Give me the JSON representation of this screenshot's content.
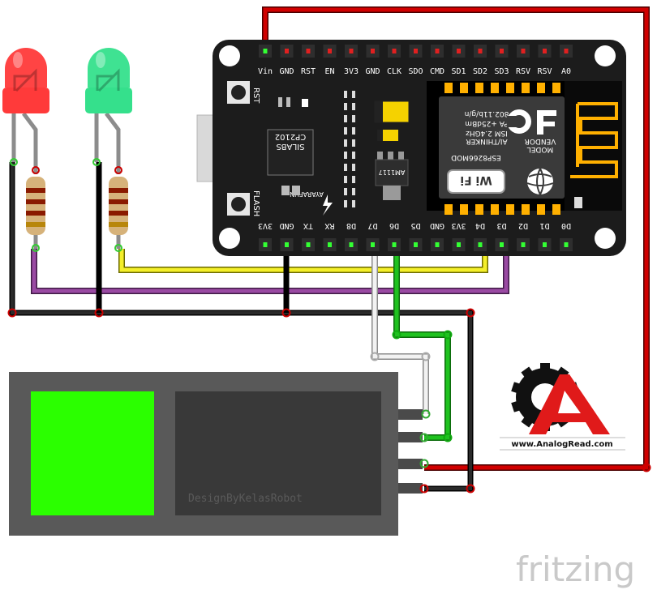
{
  "board": {
    "top_pins": [
      "Vin",
      "GND",
      "RST",
      "EN",
      "3V3",
      "GND",
      "CLK",
      "SDO",
      "CMD",
      "SD1",
      "SD2",
      "SD3",
      "RSV",
      "RSV",
      "A0"
    ],
    "bottom_pins": [
      "3V3",
      "GND",
      "TX",
      "RX",
      "D8",
      "D7",
      "D6",
      "D5",
      "GND",
      "3V3",
      "D4",
      "D3",
      "D2",
      "D1",
      "D0"
    ],
    "rst_label": "RST",
    "flash_label": "FLASH",
    "usb_chip": [
      "SILABS",
      "CP2102"
    ],
    "brand": "AYARAFUN",
    "regulator": "AM1117",
    "module_lines": [
      "MODEL",
      "VENDOR",
      "AI/THINKER",
      "ISM 2.4GHz",
      "PA +25dBm",
      "802.11b/g/n"
    ],
    "module_name": "ESP8266MOD",
    "wifi_label": "Wi Fi"
  },
  "display": {
    "credit": "DesignByKelasRobot",
    "color": "#2bff00"
  },
  "logo": {
    "letter": "A",
    "url": "www.AnalogRead.com"
  },
  "footer": {
    "brand": "fritzing"
  },
  "leds": [
    {
      "color_name": "red",
      "hex": "#ff3a3a"
    },
    {
      "color_name": "green",
      "hex": "#35e08c"
    }
  ],
  "wires": {
    "red": "#d10000",
    "black": "#111111",
    "yellow": "#f4ef2a",
    "purple": "#9a4aa3",
    "white": "#f2f2f2",
    "green": "#1fc21f"
  }
}
